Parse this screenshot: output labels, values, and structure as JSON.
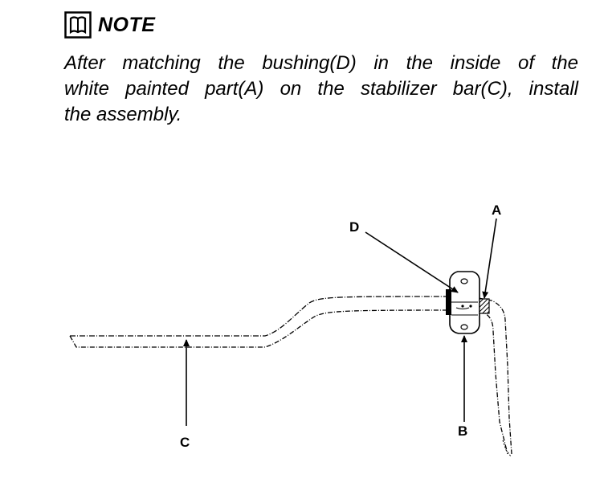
{
  "note": {
    "title": "NOTE",
    "icon": "manual-book-icon",
    "lines": [
      "After matching the bushing(D) in the inside of the",
      "white painted part(A) on the stabilizer bar(C), install",
      "the assembly."
    ]
  },
  "figure": {
    "labels": {
      "a": "A",
      "b": "B",
      "c": "C",
      "d": "D"
    }
  }
}
